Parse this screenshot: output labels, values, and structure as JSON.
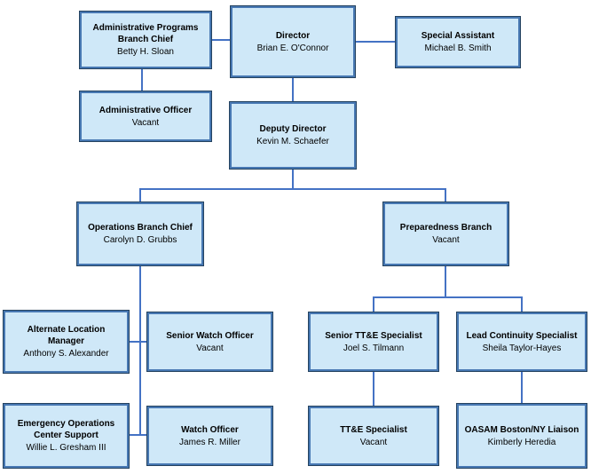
{
  "colors": {
    "background": "#ffffff",
    "box_fill": "#cfe8f8",
    "box_border": "#4778b3",
    "box_outline": "#24425f",
    "connector": "#4472c4",
    "text": "#000000"
  },
  "chart": {
    "type": "org-chart",
    "boxes": [
      {
        "id": "administrative-programs-branch-chief",
        "role": "Administrative Programs Branch Chief",
        "person": "Betty H. Sloan"
      },
      {
        "id": "director",
        "role": "Director",
        "person": "Brian E. O'Connor"
      },
      {
        "id": "special-assistant",
        "role": "Special Assistant",
        "person": "Michael B. Smith"
      },
      {
        "id": "administrative-officer",
        "role": "Administrative Officer",
        "person": "Vacant"
      },
      {
        "id": "deputy-director",
        "role": "Deputy Director",
        "person": "Kevin M. Schaefer"
      },
      {
        "id": "operations-branch-chief",
        "role": "Operations Branch Chief",
        "person": "Carolyn D. Grubbs"
      },
      {
        "id": "preparedness-branch",
        "role": "Preparedness Branch",
        "person": "Vacant"
      },
      {
        "id": "alternate-location-manager",
        "role": "Alternate Location Manager",
        "person": "Anthony S. Alexander"
      },
      {
        "id": "senior-watch-officer",
        "role": "Senior Watch Officer",
        "person": "Vacant"
      },
      {
        "id": "senior-tte-specialist",
        "role": "Senior TT&E Specialist",
        "person": "Joel S. Tilmann"
      },
      {
        "id": "lead-continuity-specialist",
        "role": "Lead Continuity Specialist",
        "person": "Sheila Taylor-Hayes"
      },
      {
        "id": "emergency-operations-center-support",
        "role": "Emergency Operations Center Support",
        "person": "Willie L. Gresham III"
      },
      {
        "id": "watch-officer",
        "role": "Watch Officer",
        "person": "James R. Miller"
      },
      {
        "id": "tte-specialist",
        "role": "TT&E Specialist",
        "person": "Vacant"
      },
      {
        "id": "oasam-boston-ny-liaison",
        "role": "OASAM Boston/NY Liaison",
        "person": "Kimberly Heredia"
      }
    ],
    "edges": [
      [
        "director",
        "administrative-programs-branch-chief"
      ],
      [
        "director",
        "special-assistant"
      ],
      [
        "director",
        "deputy-director"
      ],
      [
        "administrative-programs-branch-chief",
        "administrative-officer"
      ],
      [
        "deputy-director",
        "operations-branch-chief"
      ],
      [
        "deputy-director",
        "preparedness-branch"
      ],
      [
        "operations-branch-chief",
        "alternate-location-manager"
      ],
      [
        "operations-branch-chief",
        "senior-watch-officer"
      ],
      [
        "operations-branch-chief",
        "emergency-operations-center-support"
      ],
      [
        "operations-branch-chief",
        "watch-officer"
      ],
      [
        "preparedness-branch",
        "senior-tte-specialist"
      ],
      [
        "preparedness-branch",
        "lead-continuity-specialist"
      ],
      [
        "senior-tte-specialist",
        "tte-specialist"
      ],
      [
        "lead-continuity-specialist",
        "oasam-boston-ny-liaison"
      ]
    ]
  }
}
